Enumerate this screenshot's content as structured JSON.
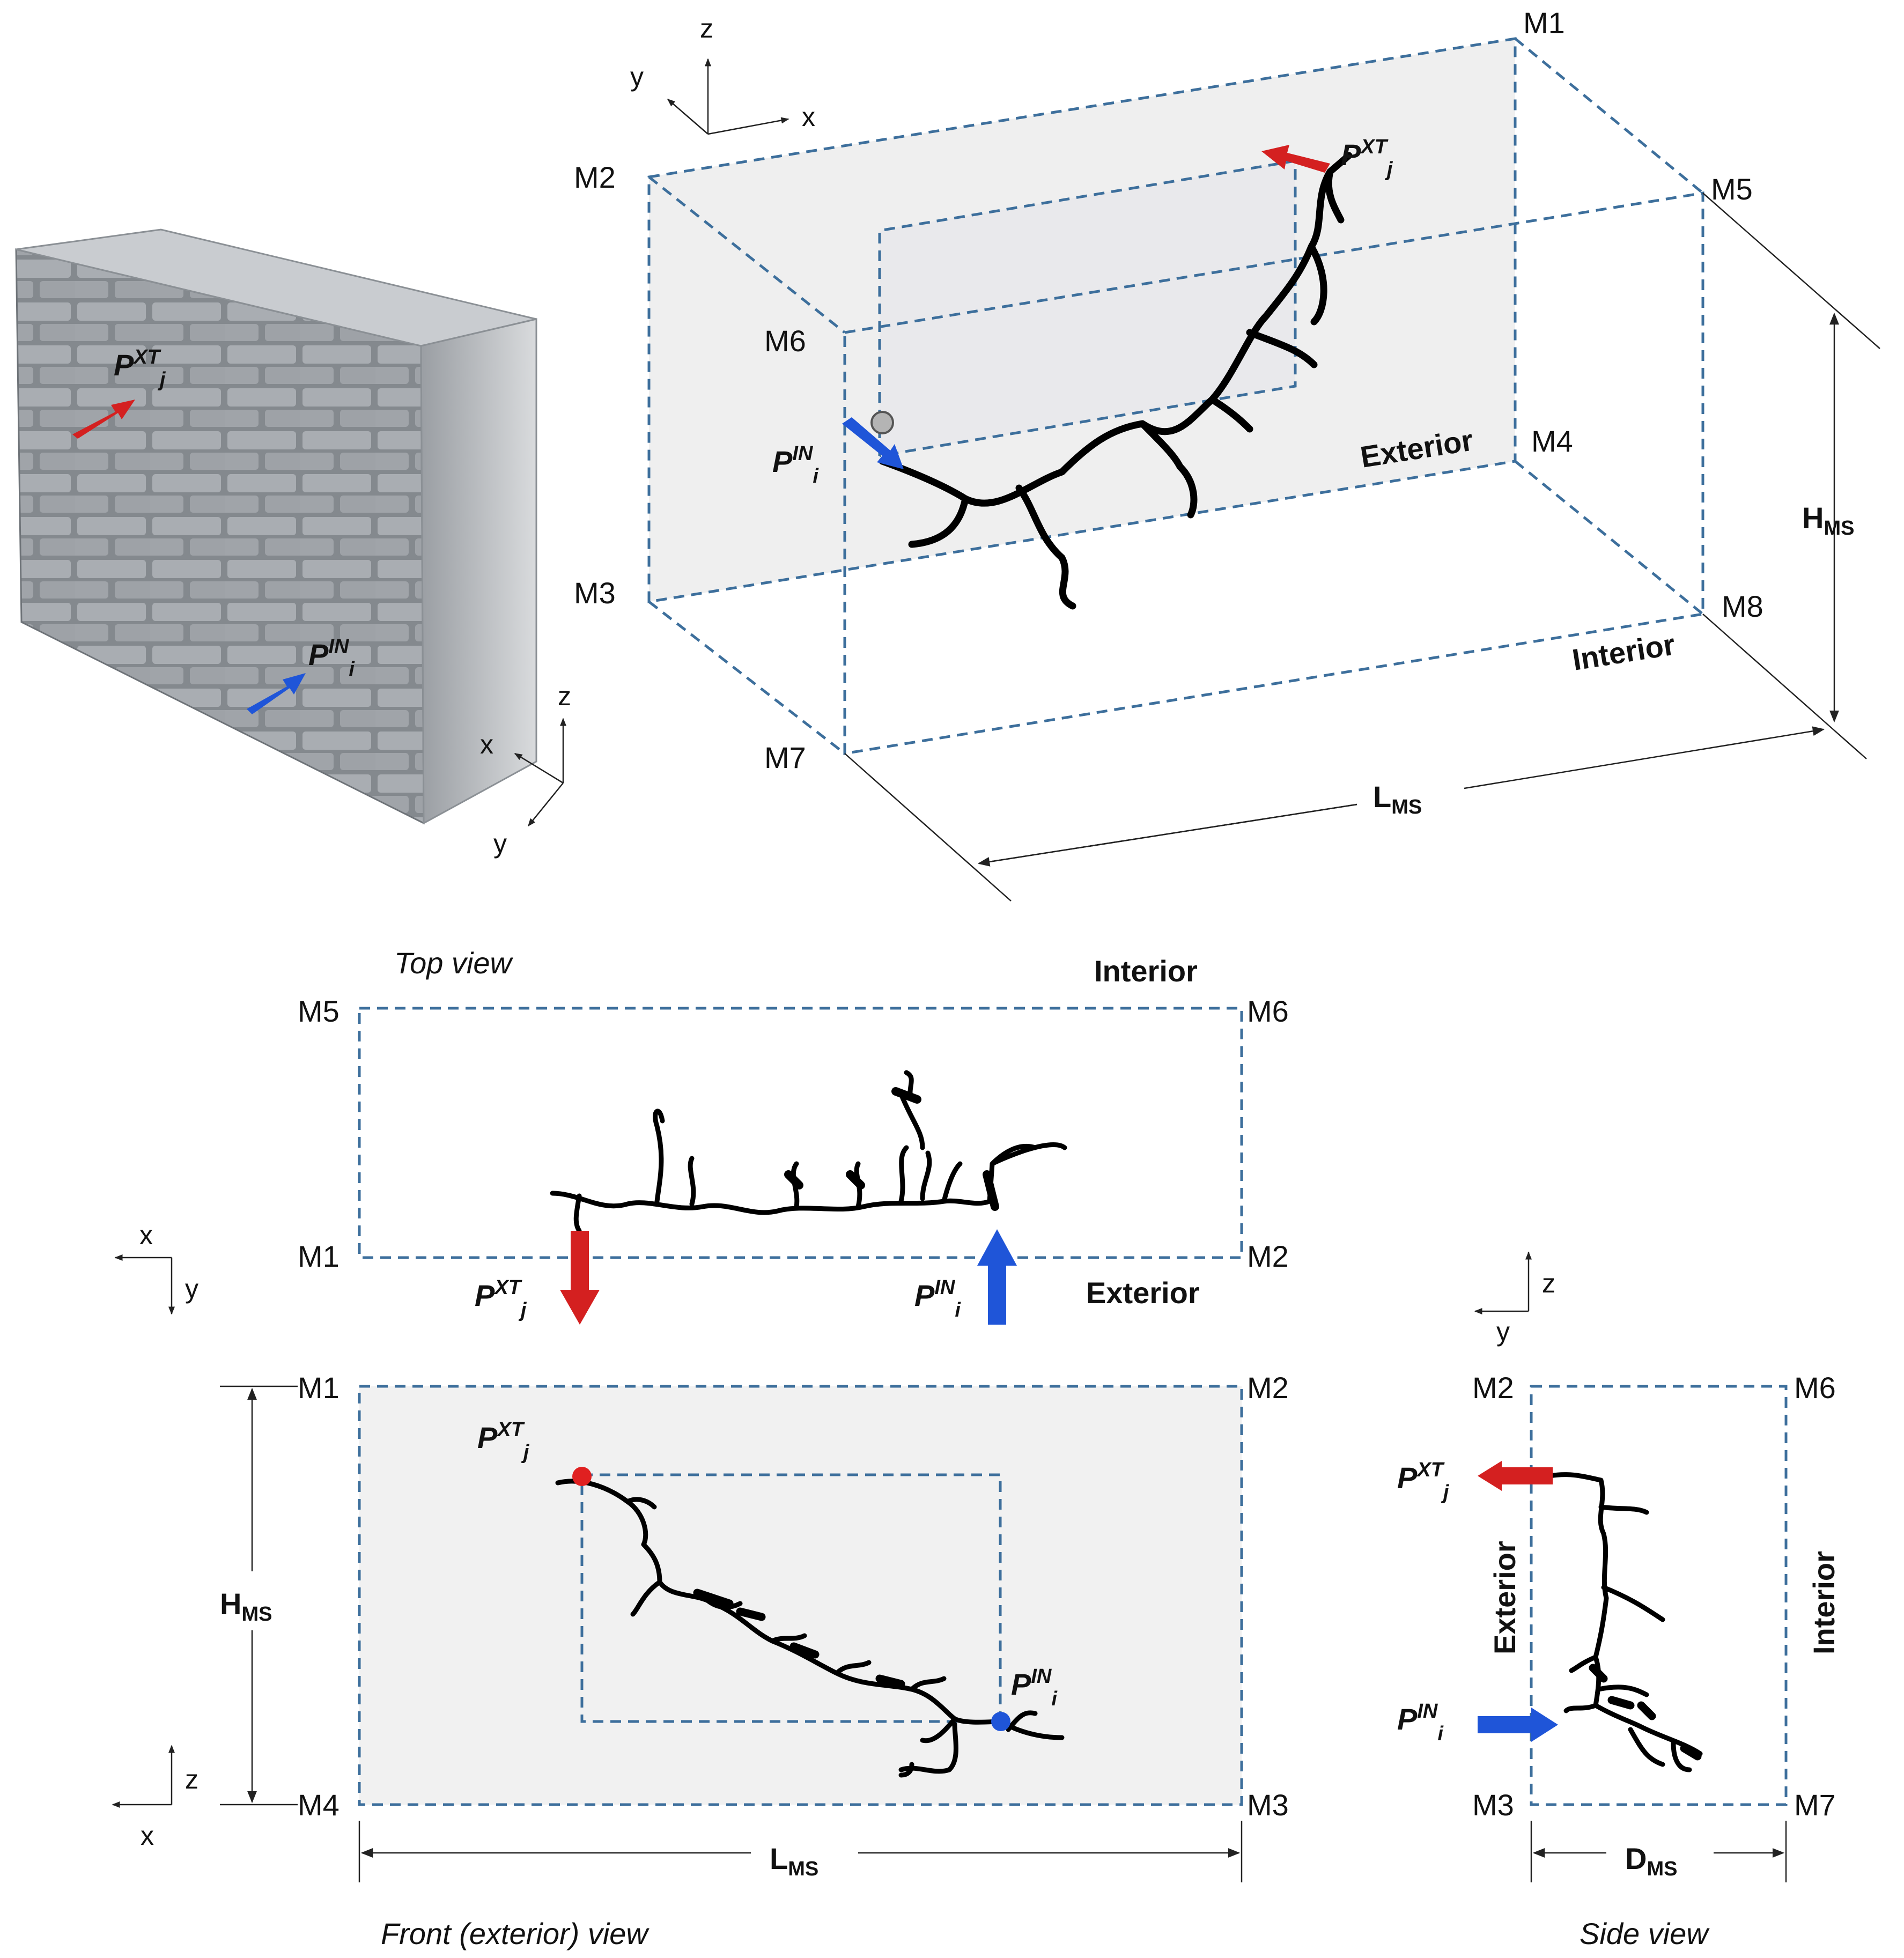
{
  "wall": {
    "p_ext": {
      "base": "P",
      "sup": "XT",
      "sub": "j"
    },
    "p_in": {
      "base": "P",
      "sup": "IN",
      "sub": "i"
    },
    "axes": {
      "z": "z",
      "x": "x",
      "y": "y"
    }
  },
  "iso_view": {
    "corners": {
      "m1": "M1",
      "m2": "M2",
      "m3": "M3",
      "m4": "M4",
      "m5": "M5",
      "m6": "M6",
      "m7": "M7",
      "m8": "M8"
    },
    "exterior": "Exterior",
    "interior": "Interior",
    "height": {
      "base": "H",
      "sub": "MS"
    },
    "length": {
      "base": "L",
      "sub": "MS"
    },
    "p_ext": {
      "base": "P",
      "sup": "XT",
      "sub": "j"
    },
    "p_in": {
      "base": "P",
      "sup": "IN",
      "sub": "i"
    },
    "axes": {
      "z": "z",
      "y": "y",
      "x": "x"
    }
  },
  "top_view": {
    "title": "Top view",
    "interior": "Interior",
    "exterior": "Exterior",
    "corners": {
      "m5": "M5",
      "m6": "M6",
      "m1": "M1",
      "m2": "M2"
    },
    "p_ext": {
      "base": "P",
      "sup": "XT",
      "sub": "j"
    },
    "p_in": {
      "base": "P",
      "sup": "IN",
      "sub": "i"
    },
    "axes": {
      "x": "x",
      "y": "y"
    }
  },
  "front_view": {
    "title": "Front (exterior) view",
    "corners": {
      "m1": "M1",
      "m2": "M2",
      "m4": "M4",
      "m3": "M3"
    },
    "height": {
      "base": "H",
      "sub": "MS"
    },
    "length": {
      "base": "L",
      "sub": "MS"
    },
    "p_ext": {
      "base": "P",
      "sup": "XT",
      "sub": "j"
    },
    "p_in": {
      "base": "P",
      "sup": "IN",
      "sub": "i"
    },
    "axes": {
      "z": "z",
      "x": "x"
    }
  },
  "side_view": {
    "title": "Side view",
    "exterior": "Exterior",
    "interior": "Interior",
    "corners": {
      "m2": "M2",
      "m6": "M6",
      "m3": "M3",
      "m7": "M7"
    },
    "depth": {
      "base": "D",
      "sub": "MS"
    },
    "p_ext": {
      "base": "P",
      "sup": "XT",
      "sub": "j"
    },
    "p_in": {
      "base": "P",
      "sup": "IN",
      "sub": "i"
    },
    "axes": {
      "z": "z",
      "y": "y"
    }
  },
  "colors": {
    "outline": "#3d6f9c",
    "exterior_arrow": "#d42020",
    "interior_arrow": "#1f55d8",
    "face": "#f1f1f1",
    "crack": "#000000",
    "stone": "#8d9196"
  }
}
